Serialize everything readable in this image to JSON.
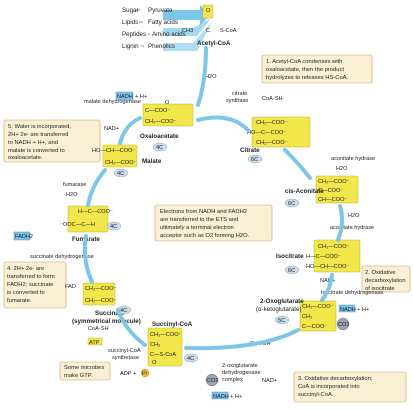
{
  "inputs": {
    "left": [
      "Sugar",
      "Lipids",
      "Peptides",
      "Lignin"
    ],
    "right": [
      "Pyruvate",
      "Fatty acids",
      "Amino acids",
      "Phenolics"
    ]
  },
  "acetyl": {
    "o": "O",
    "ch3": "CH3",
    "c": "C",
    "scoa": "S-CoA",
    "label": "Acetyl-CoA"
  },
  "notes": {
    "n1": [
      "1. Acetyl-CoA condenses with",
      "oxaloacetate, then the product",
      "hydrolyzes to releases HS-CoA."
    ],
    "n2": [
      "2. Oxidative",
      "decarboxylation",
      "of isocitrate"
    ],
    "n3": [
      "3. Oxidative decarboxylation;",
      "CoA is incorporated into",
      "succinyl-CoA."
    ],
    "n4": [
      "4. 2H+ 2e- are",
      "transferred to form",
      "FADH2; succinate",
      "is converted to",
      "fumarate."
    ],
    "n5": [
      "5. Water is incorporated,",
      "2H+ 2e- are transferred",
      "to NADH + H+, and",
      "malate is converted to",
      "oxaloacetate."
    ],
    "center": [
      "Electrons from NADH and FADH2",
      "are transferred to the ETS and",
      "ultimately a terminal electron",
      "acceptor such as O2 forming H2O."
    ],
    "gtp": [
      "Some microbes",
      "make GTP."
    ]
  },
  "molecules": {
    "oxaloacetate": "Oxaloacetate",
    "citrate": "Citrate",
    "cis_aconitate": "cis-Aconitate",
    "isocitrate": "Isocitrate",
    "oxoglutarate": [
      "2-Oxoglutarate",
      "(α-ketoglutarate)"
    ],
    "succinyl": "Succinyl-CoA",
    "succinate": [
      "Succinate",
      "(symmetrical molecule)"
    ],
    "fumarate": "Fumarate",
    "malate": "Malate"
  },
  "enzymes": {
    "citrate_synthase": [
      "citrate",
      "synthase"
    ],
    "aconitate1": "aconitate hydrase",
    "aconitate2": "aconitate hydrase",
    "isocitrate_dh": "isocitrate dehydrogenase",
    "oxoglutarate_dh": [
      "2-oxoglutarate",
      "dehydrogenase",
      "complex"
    ],
    "succinyl_synth": [
      "succinyl-CoA",
      "synthetase"
    ],
    "succinate_dh": "succinate dehydrogenase",
    "fumarase": "fumarase",
    "malate_dh": "malate dehydrogenase"
  },
  "cofactors": {
    "h2o": "H2O",
    "coash": "CoA-SH",
    "nad": "NAD+",
    "nadh": "NADH",
    "h": "+ H+",
    "co2": "CO2",
    "fad": "FAD",
    "fadh2": "FADH2",
    "atp": "ATP",
    "adp": "ADP +",
    "pi": "Pi"
  },
  "carbons": {
    "c4": "4C",
    "c6": "6C",
    "c5": "5C"
  },
  "colors": {
    "highlight": "#f1e64a",
    "note_bg": "#fbf0d6",
    "blue": "#7fc3ea",
    "arrow": "#7cc7e8"
  }
}
